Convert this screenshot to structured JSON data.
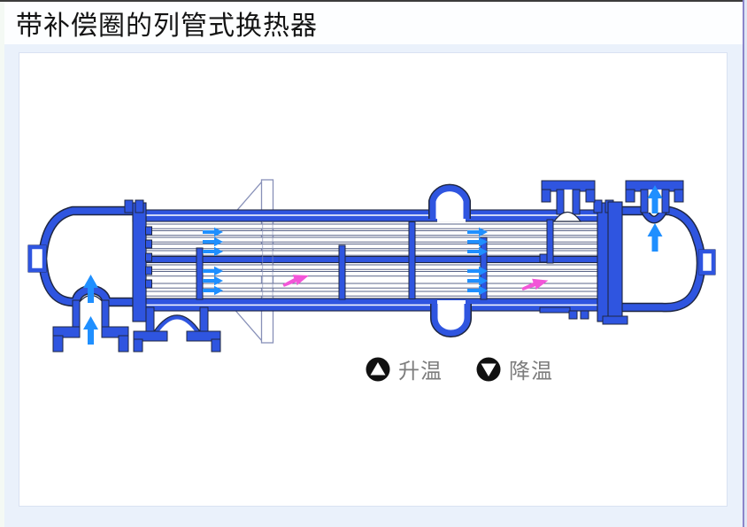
{
  "page": {
    "title": "带补偿圈的列管式换热器"
  },
  "colors": {
    "background": "#eaf1fb",
    "slide_bg": "#ffffff",
    "structure_blue": "#2f55e0",
    "outline_dark": "#1f2742",
    "tube_outline": "#5a6488",
    "plate_outline": "#8790b8",
    "flow_blue": "#1f8fff",
    "warm_magenta": "#f356d8",
    "legend_icon": "#111111",
    "legend_text": "#7d7d7d",
    "window_edge": "#8c85c9",
    "window_top": "#3c3c3c"
  },
  "legend": {
    "items": [
      {
        "icon": "up-triangle-icon",
        "label": "升温"
      },
      {
        "icon": "down-triangle-icon",
        "label": "降温"
      }
    ]
  },
  "diagram": {
    "tube_side_flow_arrows": {
      "direction": "right",
      "count": 12
    },
    "inlet_arrows": {
      "direction": "up",
      "location": "left-bottom-nozzle",
      "count": 2
    },
    "outlet_arrows": {
      "direction": "up",
      "location": "right-top-nozzle",
      "count": 2
    },
    "shell_side_arrows": {
      "direction": "right-up",
      "count": 2
    }
  }
}
